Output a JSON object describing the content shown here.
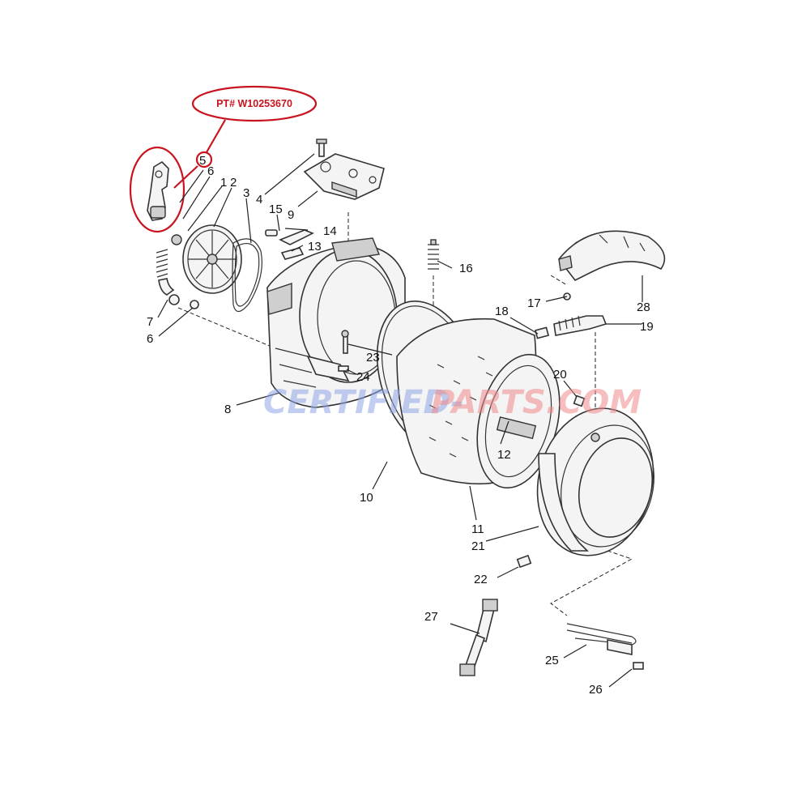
{
  "part_number_label": "PT# W10253670",
  "watermark": {
    "text_left": "CERTIFIED-",
    "text_right": "PARTS.COM"
  },
  "callouts": {
    "c1": "1",
    "c2": "2",
    "c3": "3",
    "c4": "4",
    "c5": "5",
    "c6a": "6",
    "c6b": "6",
    "c7": "7",
    "c8": "8",
    "c9": "9",
    "c10": "10",
    "c11": "11",
    "c12": "12",
    "c13": "13",
    "c14": "14",
    "c15": "15",
    "c16": "16",
    "c17": "17",
    "c18": "18",
    "c19": "19",
    "c20": "20",
    "c21": "21",
    "c22": "22",
    "c23": "23",
    "c24": "24",
    "c25": "25",
    "c26": "26",
    "c27": "27",
    "c28": "28"
  },
  "colors": {
    "highlight": "#c8141e",
    "watermark_blue": "#8fa6e6",
    "watermark_red": "#e88888"
  }
}
